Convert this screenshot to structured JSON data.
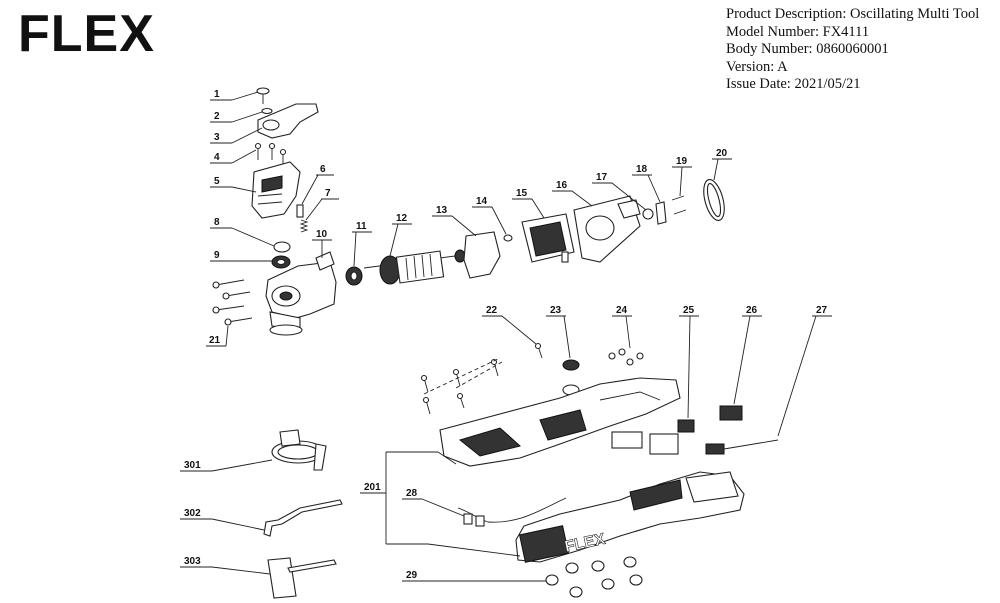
{
  "brand": "FLEX",
  "info": {
    "description": "Product Description: Oscillating Multi Tool",
    "model": "Model Number: FX4111",
    "body": "Body Number: 0860060001",
    "version": "Version: A",
    "issue_date": "Issue Date: 2021/05/21"
  },
  "callouts": {
    "c1": "1",
    "c2": "2",
    "c3": "3",
    "c4": "4",
    "c5": "5",
    "c6": "6",
    "c7": "7",
    "c8": "8",
    "c9": "9",
    "c10": "10",
    "c11": "11",
    "c12": "12",
    "c13": "13",
    "c14": "14",
    "c15": "15",
    "c16": "16",
    "c17": "17",
    "c18": "18",
    "c19": "19",
    "c20": "20",
    "c21": "21",
    "c22": "22",
    "c23": "23",
    "c24": "24",
    "c25": "25",
    "c26": "26",
    "c27": "27",
    "c28": "28",
    "c29": "29",
    "c201": "201",
    "c301": "301",
    "c302": "302",
    "c303": "303"
  },
  "housing_badge": "FLEX"
}
